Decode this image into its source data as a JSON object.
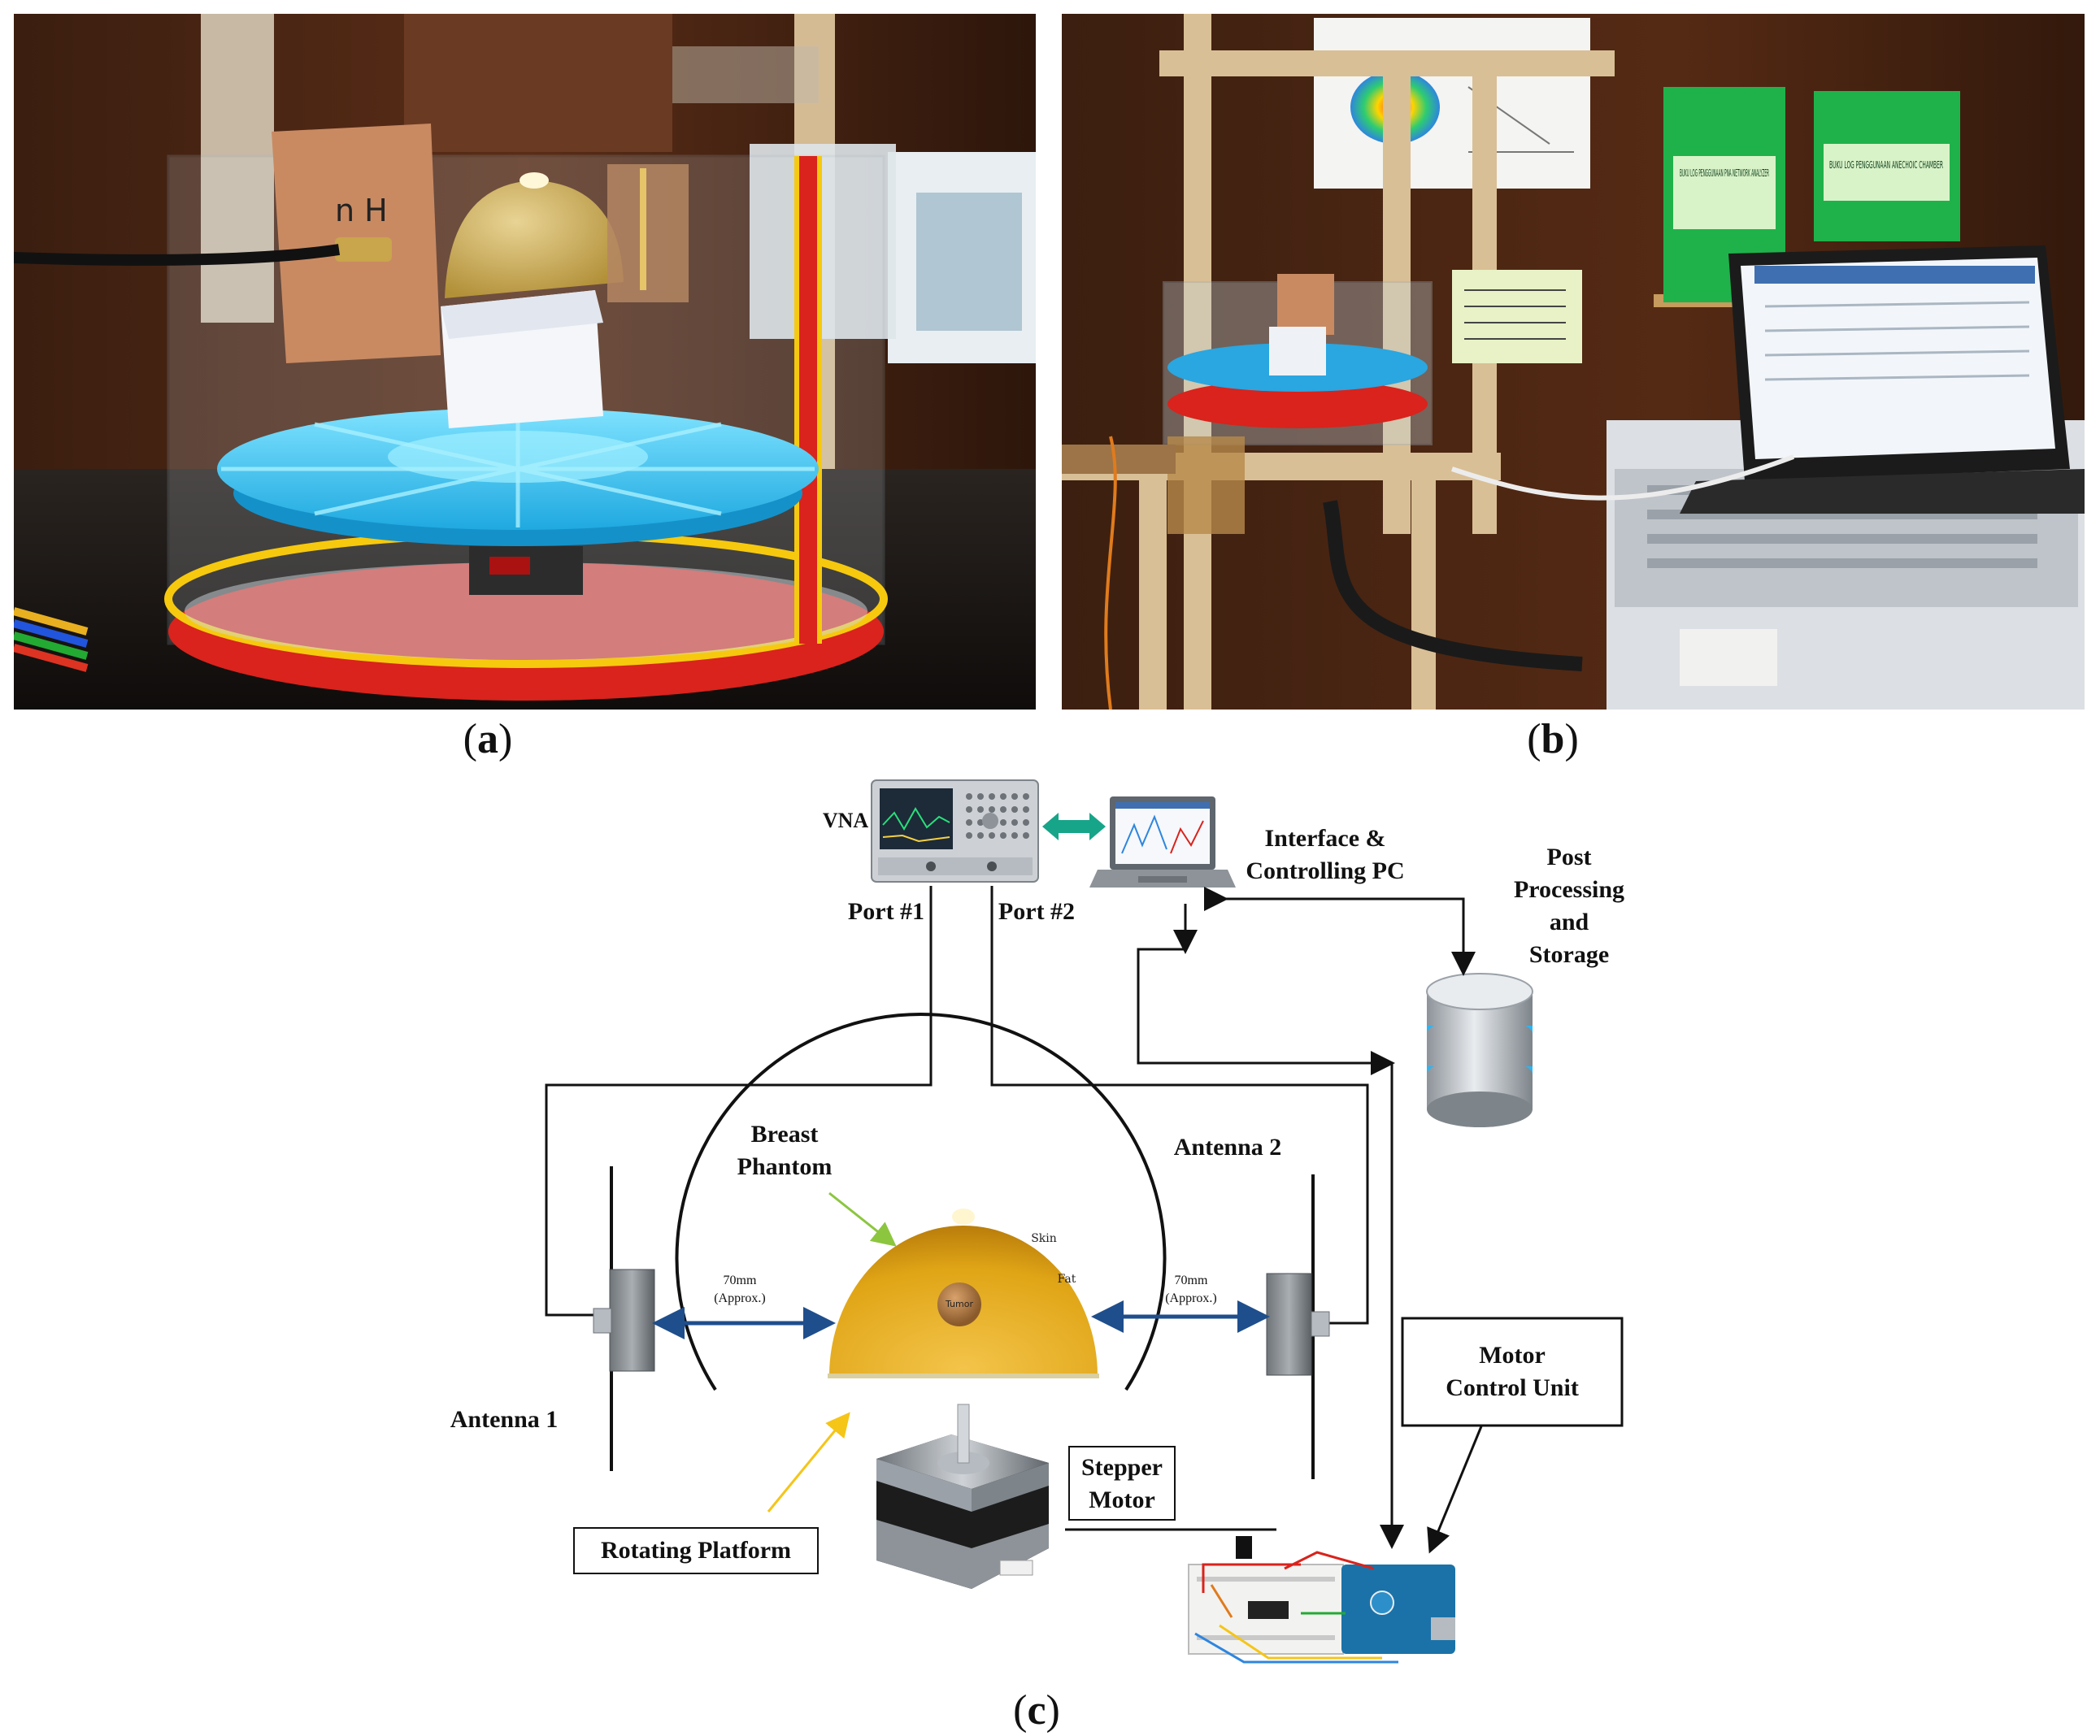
{
  "panels": {
    "a": "a",
    "b": "b",
    "c": "c"
  },
  "photo_a": {
    "label_sheet": "n    H"
  },
  "photo_b": {
    "binder_left_text": "BUKU LOG PENGGUNAAN PNA NETWORK ANALYZER",
    "binder_right_text": "BUKU LOG PENGGUNAAN ANECHOIC CHAMBER"
  },
  "diagram": {
    "vna_label": "VNA",
    "port1_label": "Port #1",
    "port2_label": "Port #2",
    "pc_label_line1": "Interface &",
    "pc_label_line2": "Controlling PC",
    "storage_line1": "Post",
    "storage_line2": "Processing",
    "storage_line3": "and",
    "storage_line4": "Storage",
    "breast_line1": "Breast",
    "breast_line2": "Phantom",
    "antenna1_label": "Antenna 1",
    "antenna2_label": "Antenna 2",
    "distance_left_line1": "70mm",
    "distance_left_line2": "(Approx.)",
    "distance_right_line1": "70mm",
    "distance_right_line2": "(Approx.)",
    "skin_label": "Skin",
    "fat_label": "Fat",
    "tumor_label": "Tumor",
    "motor_control_line1": "Motor",
    "motor_control_line2": "Control Unit",
    "rotating_platform_label": "Rotating Platform",
    "stepper_line1": "Stepper",
    "stepper_line2": "Motor"
  },
  "colors": {
    "arrow_blue": "#1f4e8c",
    "link_green": "#17a589",
    "phantom_gold": "#e0a516",
    "db_blue": "#29b6f6",
    "platform_cyan": "#3fc7f0",
    "ring_red": "#d9231c",
    "ring_yellow": "#f6c90e"
  }
}
